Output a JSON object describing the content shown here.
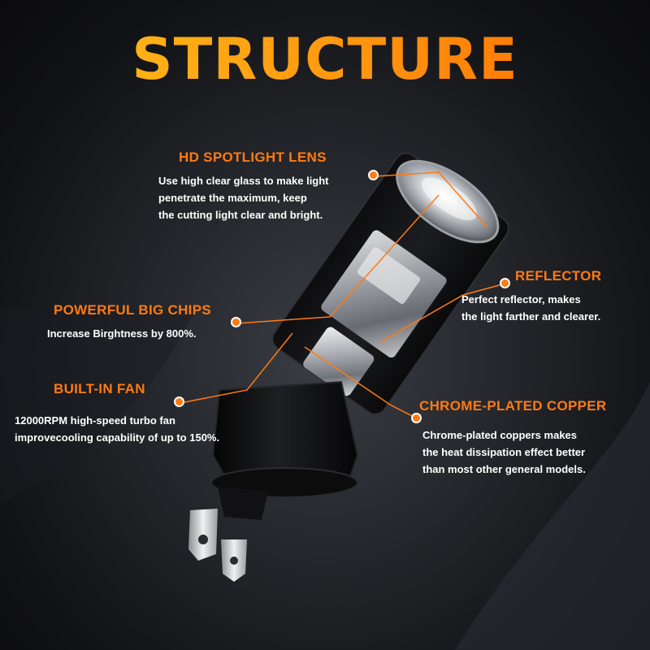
{
  "title": "STRUCTURE",
  "callouts": {
    "lens": {
      "heading": "HD SPOTLIGHT LENS",
      "desc": "Use high clear glass to make light\npenetrate the maximum, keep\nthe cutting light clear and bright."
    },
    "reflector": {
      "heading": "REFLECTOR",
      "desc": "Perfect reflector, makes\nthe light farther and clearer."
    },
    "chips": {
      "heading": "POWERFUL BIG CHIPS",
      "desc": "Increase Birghtness by 800%."
    },
    "fan": {
      "heading": "BUILT-IN FAN",
      "desc": "12000RPM high-speed turbo fan\nimprovecooling capability of up to 150%."
    },
    "copper": {
      "heading": "CHROME-PLATED COPPER",
      "desc": "Chrome-plated coppers makes\nthe heat dissipation effect better\nthan most other general models."
    }
  },
  "colors": {
    "accent": "#ff7a12",
    "title_gradient_start": "#ffc21a",
    "title_gradient_end": "#ff6a00",
    "text": "#ffffff"
  }
}
